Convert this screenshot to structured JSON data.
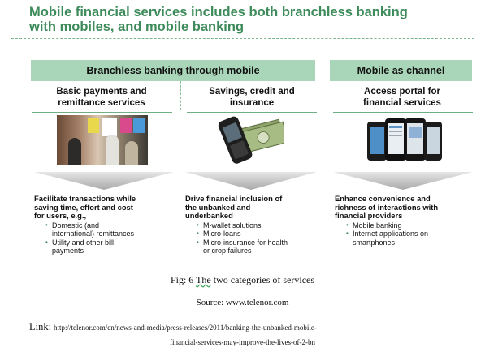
{
  "title": {
    "line1": "Mobile financial services includes both branchless banking",
    "line2": "with mobiles, and mobile banking"
  },
  "bands": {
    "left": "Branchless banking through mobile",
    "right": "Mobile as channel"
  },
  "columns": [
    {
      "head1": "Basic payments and",
      "head2": "remittance services",
      "image": "payments-photo",
      "lead": [
        "Facilitate transactions while",
        "saving time, effort and cost",
        "for users, e.g.,"
      ],
      "bullets": [
        [
          "Domestic (and",
          "international) remittances"
        ],
        [
          "Utility and other bill",
          "payments"
        ]
      ]
    },
    {
      "head1": "Savings, credit and",
      "head2": "insurance",
      "image": "phone-with-money",
      "lead": [
        "Drive financial inclusion of",
        "the unbanked and",
        "underbanked"
      ],
      "bullets": [
        [
          "M-wallet solutions"
        ],
        [
          "Micro-loans"
        ],
        [
          "Micro-insurance for health",
          "or crop failures"
        ]
      ]
    },
    {
      "head1": "Access portal for",
      "head2": "financial services",
      "image": "smartphones",
      "lead": [
        "Enhance convenience and",
        "richness of interactions with",
        "financial providers"
      ],
      "bullets": [
        [
          "Mobile banking"
        ],
        [
          "Internet applications on",
          "smartphones"
        ]
      ]
    }
  ],
  "caption": {
    "prefix": "Fig: 6",
    "wavy": "The",
    "rest": "two categories of services"
  },
  "source": "Source: www.telenor.com",
  "link": {
    "label": "Link:",
    "url_line1": "http://telenor.com/en/news-and-media/press-releases/2011/banking-the-unbanked-mobile-",
    "url_line2": "financial-services-may-improve-the-lives-of-2-bn"
  },
  "colors": {
    "title": "#3d8b5a",
    "band": "#a9d5b8",
    "arrow": "#c8c8c8",
    "bullet": "#4a8b63"
  }
}
